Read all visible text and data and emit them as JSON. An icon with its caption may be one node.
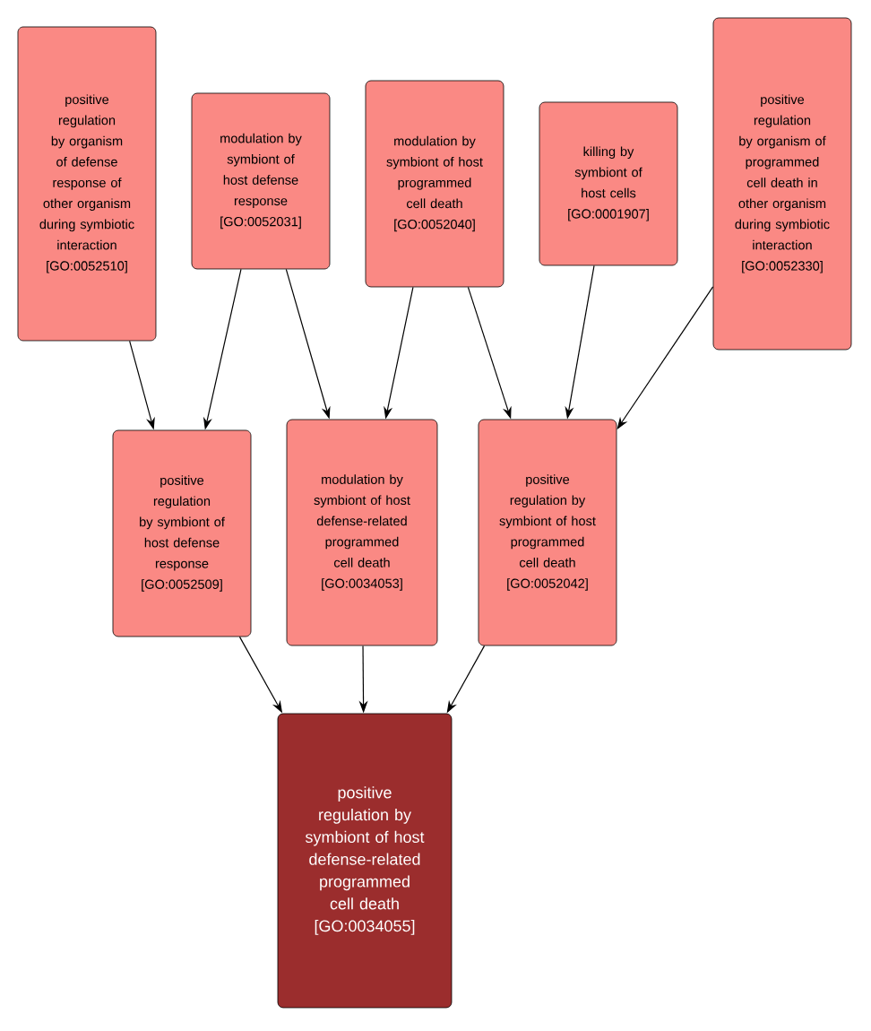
{
  "diagram": {
    "nodes": [
      {
        "text": [
          "positive regulation by organism of defense response of other organism during symbiotic interaction",
          "[GO:0052510]"
        ]
      },
      {
        "text": [
          "modulation by symbiont of host defense response",
          "[GO:0052031]"
        ]
      },
      {
        "text": [
          "modulation by symbiont of host programmed cell death",
          "[GO:0052040]"
        ]
      },
      {
        "text": [
          "killing by symbiont of host cells",
          "[GO:0001907]"
        ]
      },
      {
        "text": [
          "positive regulation by organism of programmed cell death in other organism during symbiotic interaction",
          "[GO:0052330]"
        ]
      },
      {
        "text": [
          "positive regulation by symbiont of host defense response",
          "[GO:0052509]"
        ]
      },
      {
        "text": [
          "modulation by symbiont of host defense-related programmed cell death",
          "[GO:0034053]"
        ]
      },
      {
        "text": [
          "positive regulation by symbiont of host programmed cell death",
          "[GO:0052042]"
        ]
      },
      {
        "text": [
          "positive regulation by symbiont of host defense-related programmed cell death",
          "[GO:0034055]"
        ]
      }
    ],
    "edges": [
      {
        "from": 0,
        "to": 5,
        "arrow": "to"
      },
      {
        "from": 1,
        "to": 5,
        "arrow": "to"
      },
      {
        "from": 1,
        "to": 6,
        "arrow": "to"
      },
      {
        "from": 2,
        "to": 6,
        "arrow": "to"
      },
      {
        "from": 2,
        "to": 7,
        "arrow": "to"
      },
      {
        "from": 3,
        "to": 7,
        "arrow": "to"
      },
      {
        "from": 4,
        "to": 7,
        "arrow": "to"
      },
      {
        "from": 5,
        "to": 8,
        "arrow": "to"
      },
      {
        "from": 6,
        "to": 8,
        "arrow": "to"
      },
      {
        "from": 7,
        "to": 8,
        "arrow": "to"
      }
    ]
  }
}
